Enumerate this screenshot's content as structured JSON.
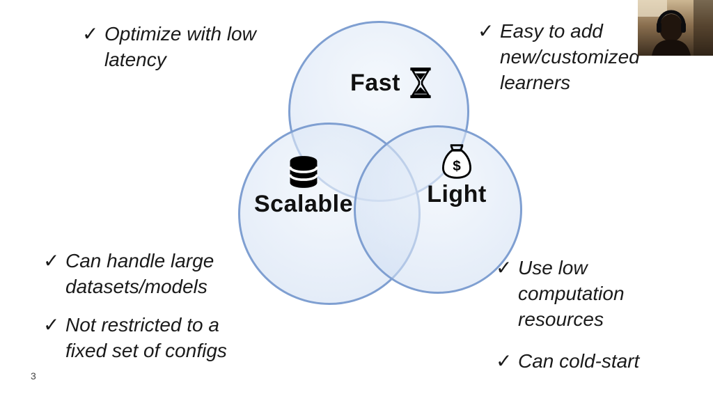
{
  "slide": {
    "page_number": "3",
    "marker": "✓",
    "venn_diagram": {
      "fast": {
        "label": "Fast",
        "icon": "hourglass-icon"
      },
      "scalable": {
        "label": "Scalable",
        "icon": "database-icon"
      },
      "light": {
        "label": "Light",
        "icon": "money-bag-icon"
      },
      "money_bag_symbol": "$"
    },
    "bullets": {
      "top_left": {
        "text": "Optimize with low latency"
      },
      "top_right": {
        "text": "Easy to add new/customized learners"
      },
      "bottom_left_1": {
        "text": "Can handle large datasets/models"
      },
      "bottom_left_2": {
        "text": "Not restricted to a fixed set of configs"
      },
      "bottom_right_1": {
        "text": "Use low computation resources"
      },
      "bottom_right_2": {
        "text": "Can cold-start"
      }
    },
    "colors": {
      "circle_fill": "#d8e3f4",
      "circle_border": "#7f9fd1",
      "text": "#1a1a1a"
    }
  }
}
